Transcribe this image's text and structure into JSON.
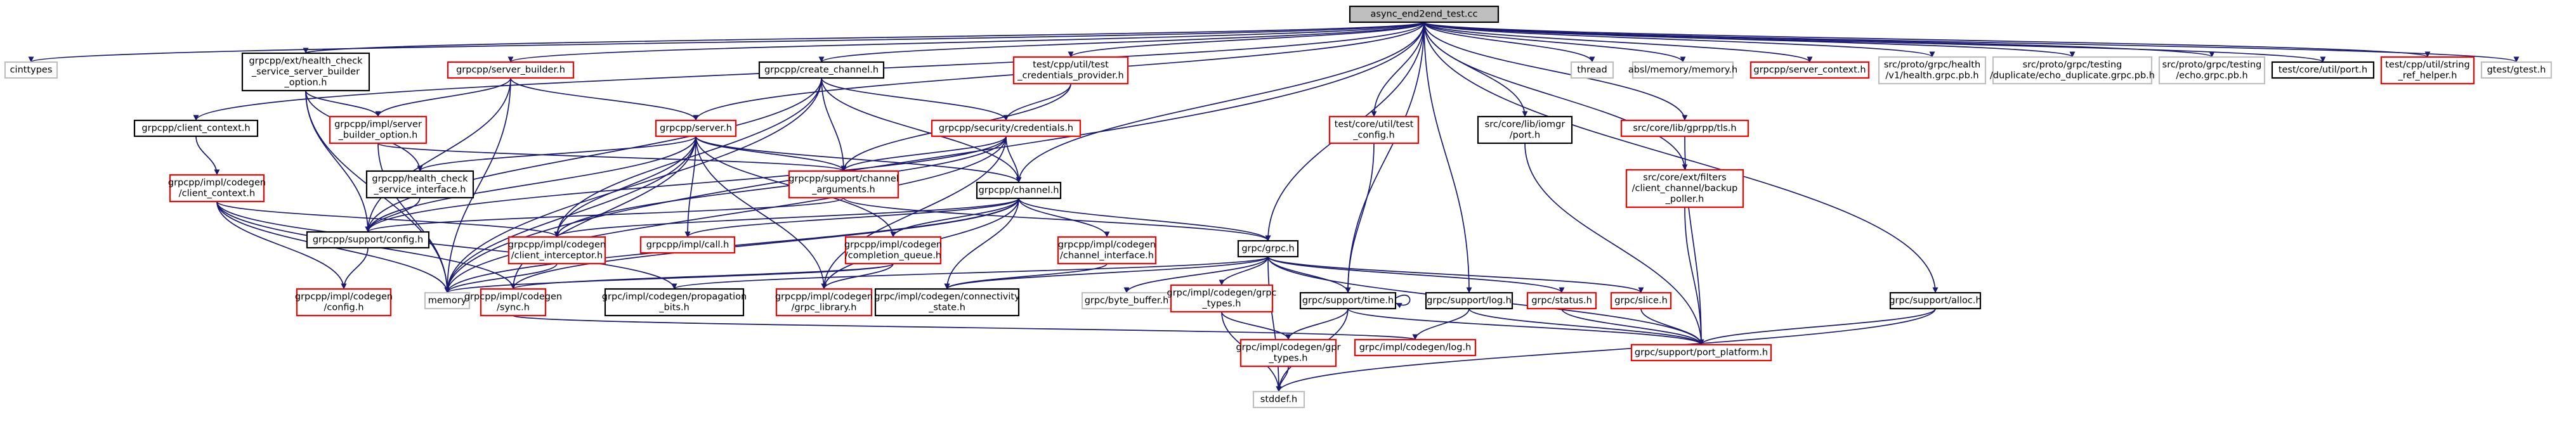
{
  "colors": {
    "edge": "#191970",
    "border_default": "#bfbfbf",
    "border_red": "#ff0000",
    "border_black": "#000000",
    "root_fill": "#bfbfbf",
    "text": "#000000"
  },
  "nodes": [
    {
      "id": "root",
      "lines": [
        "async_end2end_test.cc"
      ],
      "style": "root"
    },
    {
      "id": "cinttypes",
      "lines": [
        "cinttypes"
      ],
      "style": "gray"
    },
    {
      "id": "hc_builder",
      "lines": [
        "grpcpp/ext/health_check",
        "_service_server_builder",
        "_option.h"
      ],
      "style": "black"
    },
    {
      "id": "server_builder",
      "lines": [
        "grpcpp/server_builder.h"
      ],
      "style": "red"
    },
    {
      "id": "create_channel",
      "lines": [
        "grpcpp/create_channel.h"
      ],
      "style": "black"
    },
    {
      "id": "cred_provider",
      "lines": [
        "test/cpp/util/test",
        "_credentials_provider.h"
      ],
      "style": "red"
    },
    {
      "id": "thread",
      "lines": [
        "thread"
      ],
      "style": "gray"
    },
    {
      "id": "absl_memory",
      "lines": [
        "absl/memory/memory.h"
      ],
      "style": "gray"
    },
    {
      "id": "server_context",
      "lines": [
        "grpcpp/server_context.h"
      ],
      "style": "red"
    },
    {
      "id": "health_pb",
      "lines": [
        "src/proto/grpc/health",
        "/v1/health.grpc.pb.h"
      ],
      "style": "gray"
    },
    {
      "id": "dup_echo_pb",
      "lines": [
        "src/proto/grpc/testing",
        "/duplicate/echo_duplicate.grpc.pb.h"
      ],
      "style": "gray"
    },
    {
      "id": "echo_pb",
      "lines": [
        "src/proto/grpc/testing",
        "/echo.grpc.pb.h"
      ],
      "style": "gray"
    },
    {
      "id": "test_port",
      "lines": [
        "test/core/util/port.h"
      ],
      "style": "black"
    },
    {
      "id": "string_ref",
      "lines": [
        "test/cpp/util/string",
        "_ref_helper.h"
      ],
      "style": "red"
    },
    {
      "id": "gtest",
      "lines": [
        "gtest/gtest.h"
      ],
      "style": "gray"
    },
    {
      "id": "client_context",
      "lines": [
        "grpcpp/client_context.h"
      ],
      "style": "black"
    },
    {
      "id": "impl_server_builder_opt",
      "lines": [
        "grpcpp/impl/server",
        "_builder_option.h"
      ],
      "style": "red"
    },
    {
      "id": "server_h",
      "lines": [
        "grpcpp/server.h"
      ],
      "style": "red"
    },
    {
      "id": "credentials",
      "lines": [
        "grpcpp/security/credentials.h"
      ],
      "style": "red"
    },
    {
      "id": "test_config",
      "lines": [
        "test/core/util/test",
        "_config.h"
      ],
      "style": "red"
    },
    {
      "id": "iomgr_port",
      "lines": [
        "src/core/lib/iomgr",
        "/port.h"
      ],
      "style": "black"
    },
    {
      "id": "gpr_tls",
      "lines": [
        "src/core/lib/gprpp/tls.h"
      ],
      "style": "red"
    },
    {
      "id": "backup_poller",
      "lines": [
        "src/core/ext/filters",
        "/client_channel/backup",
        "_poller.h"
      ],
      "style": "red"
    },
    {
      "id": "codegen_client_ctx",
      "lines": [
        "grpcpp/impl/codegen",
        "/client_context.h"
      ],
      "style": "red"
    },
    {
      "id": "hc_interface",
      "lines": [
        "grpcpp/health_check",
        "_service_interface.h"
      ],
      "style": "black"
    },
    {
      "id": "channel_args",
      "lines": [
        "grpcpp/support/channel",
        "_arguments.h"
      ],
      "style": "red"
    },
    {
      "id": "channel_h",
      "lines": [
        "grpcpp/channel.h"
      ],
      "style": "black"
    },
    {
      "id": "support_config",
      "lines": [
        "grpcpp/support/config.h"
      ],
      "style": "black"
    },
    {
      "id": "client_interceptor",
      "lines": [
        "grpcpp/impl/codegen",
        "/client_interceptor.h"
      ],
      "style": "red"
    },
    {
      "id": "impl_call",
      "lines": [
        "grpcpp/impl/call.h"
      ],
      "style": "red"
    },
    {
      "id": "completion_queue",
      "lines": [
        "grpcpp/impl/codegen",
        "/completion_queue.h"
      ],
      "style": "red"
    },
    {
      "id": "channel_interface",
      "lines": [
        "grpcpp/impl/codegen",
        "/channel_interface.h"
      ],
      "style": "red"
    },
    {
      "id": "grpc_h",
      "lines": [
        "grpc/grpc.h"
      ],
      "style": "black"
    },
    {
      "id": "codegen_config",
      "lines": [
        "grpcpp/impl/codegen",
        "/config.h"
      ],
      "style": "red"
    },
    {
      "id": "memory",
      "lines": [
        "memory"
      ],
      "style": "gray"
    },
    {
      "id": "codegen_sync",
      "lines": [
        "grpcpp/impl/codegen",
        "/sync.h"
      ],
      "style": "red"
    },
    {
      "id": "propagation_bits",
      "lines": [
        "grpc/impl/codegen/propagation",
        "_bits.h"
      ],
      "style": "black"
    },
    {
      "id": "grpc_library",
      "lines": [
        "grpcpp/impl/codegen",
        "/grpc_library.h"
      ],
      "style": "red"
    },
    {
      "id": "connectivity_state",
      "lines": [
        "grpc/impl/codegen/connectivity",
        "_state.h"
      ],
      "style": "black"
    },
    {
      "id": "byte_buffer",
      "lines": [
        "grpc/byte_buffer.h"
      ],
      "style": "gray"
    },
    {
      "id": "grpc_types",
      "lines": [
        "grpc/impl/codegen/grpc",
        "_types.h"
      ],
      "style": "red"
    },
    {
      "id": "support_time",
      "lines": [
        "grpc/support/time.h"
      ],
      "style": "black"
    },
    {
      "id": "support_log",
      "lines": [
        "grpc/support/log.h"
      ],
      "style": "black"
    },
    {
      "id": "status_h",
      "lines": [
        "grpc/status.h"
      ],
      "style": "red"
    },
    {
      "id": "slice_h",
      "lines": [
        "grpc/slice.h"
      ],
      "style": "red"
    },
    {
      "id": "support_alloc",
      "lines": [
        "grpc/support/alloc.h"
      ],
      "style": "black"
    },
    {
      "id": "gpr_types",
      "lines": [
        "grpc/impl/codegen/gpr",
        "_types.h"
      ],
      "style": "red"
    },
    {
      "id": "codegen_log",
      "lines": [
        "grpc/impl/codegen/log.h"
      ],
      "style": "red"
    },
    {
      "id": "port_platform",
      "lines": [
        "grpc/support/port_platform.h"
      ],
      "style": "red"
    },
    {
      "id": "stddef",
      "lines": [
        "stddef.h"
      ],
      "style": "gray"
    }
  ],
  "edges": [
    [
      "root",
      "cinttypes"
    ],
    [
      "root",
      "hc_builder"
    ],
    [
      "root",
      "server_builder"
    ],
    [
      "root",
      "create_channel"
    ],
    [
      "root",
      "cred_provider"
    ],
    [
      "root",
      "thread"
    ],
    [
      "root",
      "absl_memory"
    ],
    [
      "root",
      "server_context"
    ],
    [
      "root",
      "health_pb"
    ],
    [
      "root",
      "dup_echo_pb"
    ],
    [
      "root",
      "echo_pb"
    ],
    [
      "root",
      "test_port"
    ],
    [
      "root",
      "string_ref"
    ],
    [
      "root",
      "gtest"
    ],
    [
      "root",
      "client_context"
    ],
    [
      "root",
      "server_h"
    ],
    [
      "root",
      "test_config"
    ],
    [
      "root",
      "iomgr_port"
    ],
    [
      "root",
      "gpr_tls"
    ],
    [
      "root",
      "backup_poller"
    ],
    [
      "root",
      "channel_h"
    ],
    [
      "root",
      "grpc_h"
    ],
    [
      "root",
      "support_time"
    ],
    [
      "root",
      "support_log"
    ],
    [
      "root",
      "support_alloc"
    ],
    [
      "root",
      "memory"
    ],
    [
      "hc_builder",
      "impl_server_builder_opt"
    ],
    [
      "hc_builder",
      "hc_interface"
    ],
    [
      "hc_builder",
      "support_config"
    ],
    [
      "hc_builder",
      "memory"
    ],
    [
      "server_builder",
      "impl_server_builder_opt"
    ],
    [
      "server_builder",
      "server_h"
    ],
    [
      "server_builder",
      "support_config"
    ],
    [
      "server_builder",
      "memory"
    ],
    [
      "create_channel",
      "credentials"
    ],
    [
      "create_channel",
      "channel_h"
    ],
    [
      "create_channel",
      "channel_args"
    ],
    [
      "create_channel",
      "support_config"
    ],
    [
      "create_channel",
      "client_interceptor"
    ],
    [
      "create_channel",
      "memory"
    ],
    [
      "cred_provider",
      "credentials"
    ],
    [
      "cred_provider",
      "channel_args"
    ],
    [
      "client_context",
      "codegen_client_ctx"
    ],
    [
      "impl_server_builder_opt",
      "channel_args"
    ],
    [
      "impl_server_builder_opt",
      "memory"
    ],
    [
      "server_h",
      "hc_interface"
    ],
    [
      "server_h",
      "channel_args"
    ],
    [
      "server_h",
      "channel_h"
    ],
    [
      "server_h",
      "support_config"
    ],
    [
      "server_h",
      "client_interceptor"
    ],
    [
      "server_h",
      "impl_call"
    ],
    [
      "server_h",
      "completion_queue"
    ],
    [
      "server_h",
      "codegen_sync"
    ],
    [
      "server_h",
      "grpc_library"
    ],
    [
      "server_h",
      "memory"
    ],
    [
      "credentials",
      "channel_args"
    ],
    [
      "credentials",
      "channel_h"
    ],
    [
      "credentials",
      "support_config"
    ],
    [
      "credentials",
      "client_interceptor"
    ],
    [
      "credentials",
      "grpc_library"
    ],
    [
      "credentials",
      "memory"
    ],
    [
      "test_config",
      "support_time"
    ],
    [
      "gpr_tls",
      "port_platform"
    ],
    [
      "backup_poller",
      "port_platform"
    ],
    [
      "iomgr_port",
      "port_platform"
    ],
    [
      "codegen_client_ctx",
      "client_interceptor"
    ],
    [
      "codegen_client_ctx",
      "codegen_config"
    ],
    [
      "codegen_client_ctx",
      "codegen_sync"
    ],
    [
      "codegen_client_ctx",
      "propagation_bits"
    ],
    [
      "codegen_client_ctx",
      "memory"
    ],
    [
      "hc_interface",
      "support_config"
    ],
    [
      "channel_args",
      "support_config"
    ],
    [
      "channel_args",
      "grpc_h"
    ],
    [
      "channel_h",
      "grpc_h"
    ],
    [
      "channel_h",
      "impl_call"
    ],
    [
      "channel_h",
      "client_interceptor"
    ],
    [
      "channel_h",
      "completion_queue"
    ],
    [
      "channel_h",
      "channel_interface"
    ],
    [
      "channel_h",
      "codegen_sync"
    ],
    [
      "channel_h",
      "connectivity_state"
    ],
    [
      "channel_h",
      "grpc_library"
    ],
    [
      "channel_h",
      "memory"
    ],
    [
      "support_config",
      "codegen_config"
    ],
    [
      "client_interceptor",
      "memory"
    ],
    [
      "completion_queue",
      "codegen_sync"
    ],
    [
      "completion_queue",
      "grpc_library"
    ],
    [
      "completion_queue",
      "memory"
    ],
    [
      "channel_interface",
      "connectivity_state"
    ],
    [
      "grpc_h",
      "status_h"
    ],
    [
      "grpc_h",
      "byte_buffer"
    ],
    [
      "grpc_h",
      "grpc_types"
    ],
    [
      "grpc_h",
      "support_time"
    ],
    [
      "grpc_h",
      "slice_h"
    ],
    [
      "grpc_h",
      "propagation_bits"
    ],
    [
      "grpc_h",
      "connectivity_state"
    ],
    [
      "grpc_h",
      "port_platform"
    ],
    [
      "grpc_h",
      "stddef"
    ],
    [
      "codegen_sync",
      "codegen_log"
    ],
    [
      "grpc_types",
      "gpr_types"
    ],
    [
      "grpc_types",
      "stddef"
    ],
    [
      "support_time",
      "gpr_types"
    ],
    [
      "support_time",
      "port_platform"
    ],
    [
      "support_time",
      "stddef"
    ],
    [
      "support_time",
      "support_time"
    ],
    [
      "support_log",
      "codegen_log"
    ],
    [
      "support_log",
      "port_platform"
    ],
    [
      "status_h",
      "port_platform"
    ],
    [
      "slice_h",
      "port_platform"
    ],
    [
      "support_alloc",
      "port_platform"
    ],
    [
      "support_alloc",
      "stddef"
    ],
    [
      "gpr_types",
      "stddef"
    ]
  ]
}
